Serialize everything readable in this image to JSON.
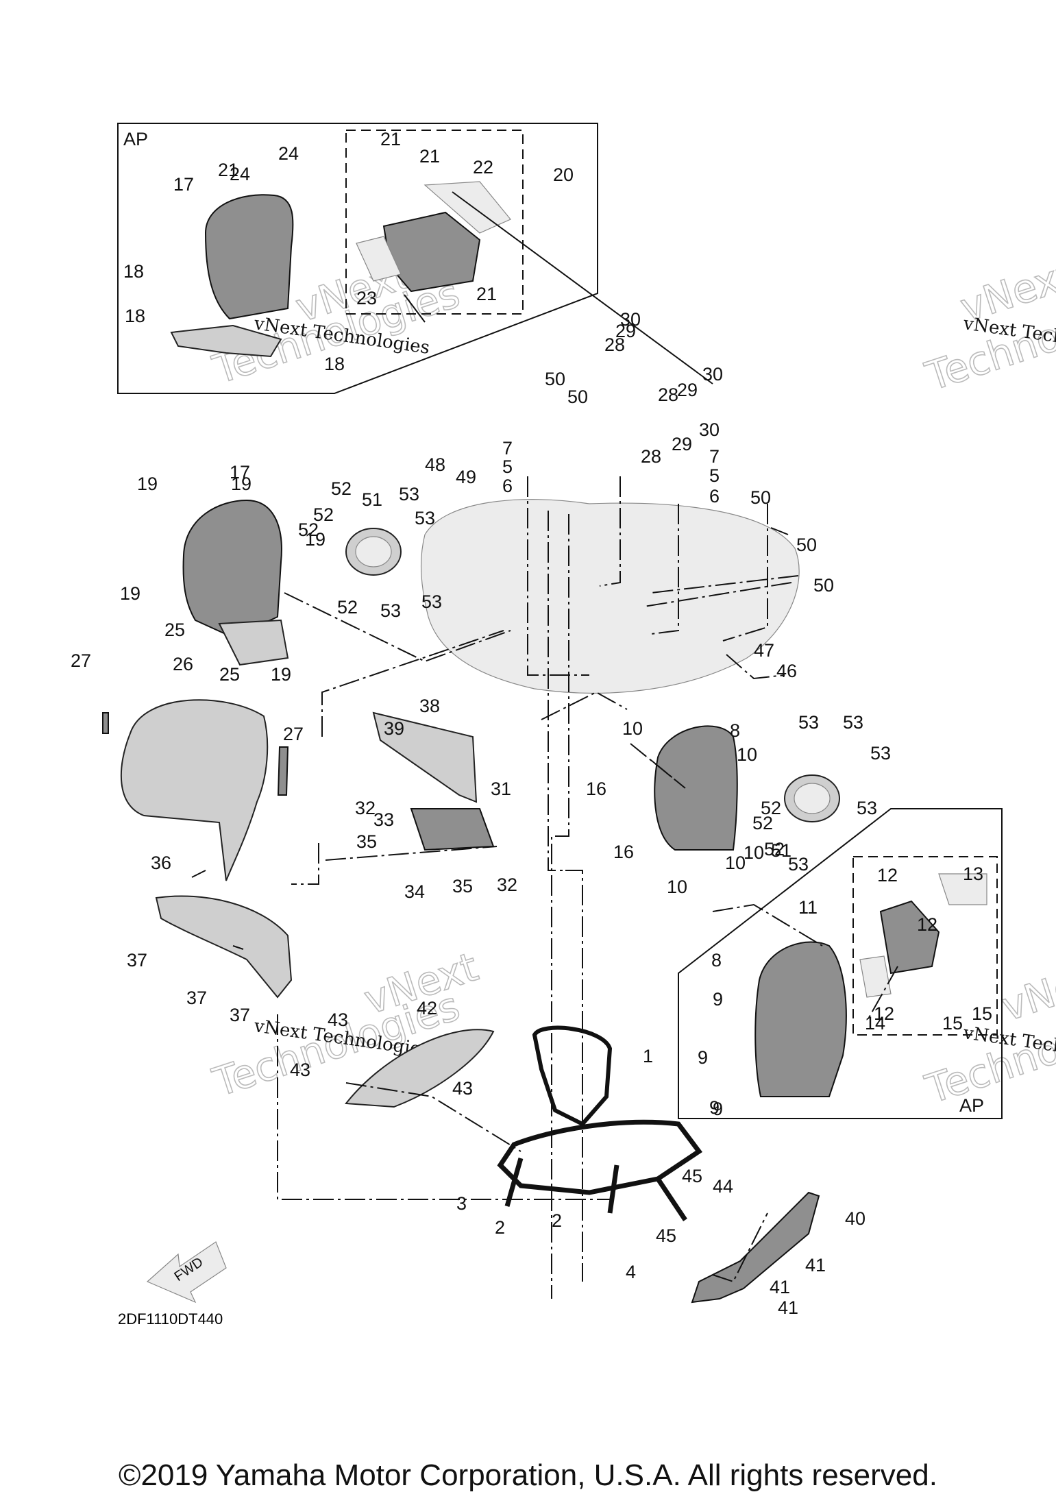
{
  "diagram": {
    "code": "2DF1110DT440",
    "fwd_label": "FWD",
    "ap_label": "AP",
    "watermark_line1": "vNext",
    "watermark_line2": "Technologies",
    "watermark_inline": "vNext Technologies"
  },
  "callouts": [
    "1",
    "2",
    "2",
    "3",
    "4",
    "5",
    "5",
    "6",
    "6",
    "7",
    "7",
    "8",
    "8",
    "9",
    "9",
    "9",
    "9",
    "10",
    "10",
    "10",
    "10",
    "10",
    "11",
    "12",
    "12",
    "12",
    "13",
    "14",
    "15",
    "15",
    "16",
    "16",
    "17",
    "17",
    "18",
    "18",
    "18",
    "19",
    "19",
    "19",
    "19",
    "19",
    "20",
    "21",
    "21",
    "21",
    "21",
    "22",
    "23",
    "24",
    "24",
    "25",
    "25",
    "26",
    "27",
    "27",
    "28",
    "28",
    "28",
    "29",
    "29",
    "29",
    "30",
    "30",
    "30",
    "31",
    "32",
    "32",
    "33",
    "34",
    "35",
    "35",
    "36",
    "37",
    "37",
    "37",
    "38",
    "39",
    "40",
    "41",
    "41",
    "41",
    "42",
    "43",
    "43",
    "43",
    "44",
    "45",
    "45",
    "46",
    "47",
    "48",
    "49",
    "50",
    "50",
    "50",
    "50",
    "50",
    "50",
    "51",
    "51",
    "52",
    "52",
    "52",
    "52",
    "52",
    "52",
    "52",
    "53",
    "53",
    "53",
    "53",
    "53",
    "53",
    "53",
    "53",
    "53"
  ],
  "footer": "©2019 Yamaha Motor Corporation, U.S.A. All rights reserved."
}
